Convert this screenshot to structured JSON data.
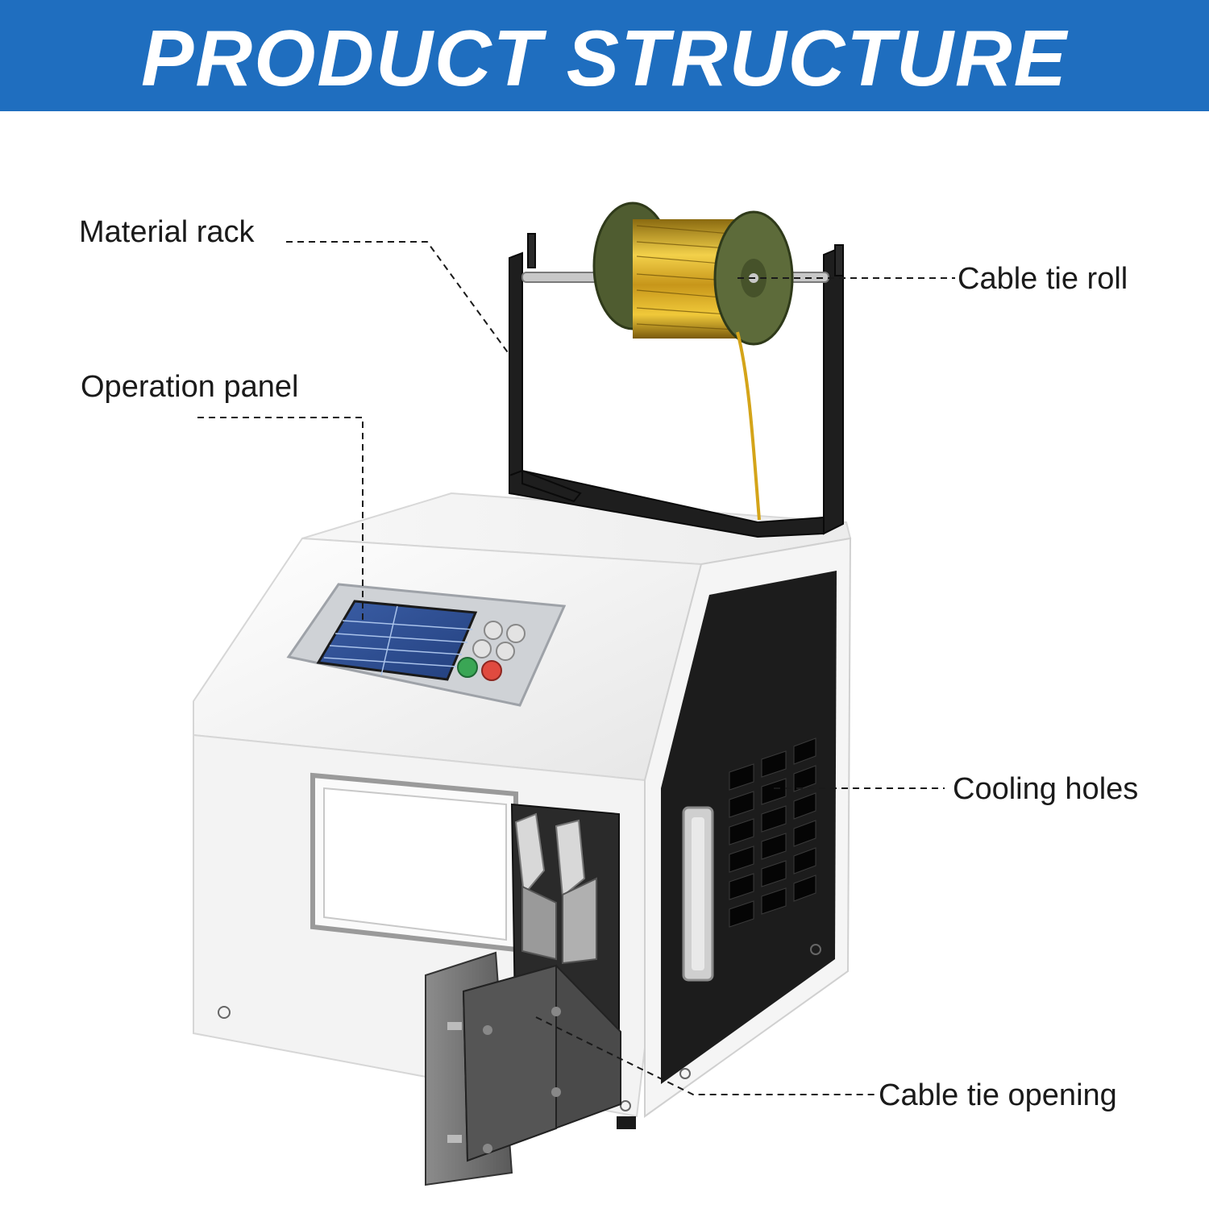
{
  "header": {
    "title": "PRODUCT STRUCTURE"
  },
  "callouts": {
    "material_rack": "Material rack",
    "cable_tie_roll": "Cable tie roll",
    "operation_panel": "Operation panel",
    "cooling_holes": "Cooling holes",
    "cable_tie_opening": "Cable tie opening"
  },
  "colors": {
    "banner": "#1f6ebf",
    "machine_body": "#f2f2f2",
    "side_panel": "#1c1c1c",
    "spool_flange": "#5d6b3a",
    "wire": "#d4a419",
    "start_button": "#3aa655",
    "stop_button": "#e04a3f"
  }
}
